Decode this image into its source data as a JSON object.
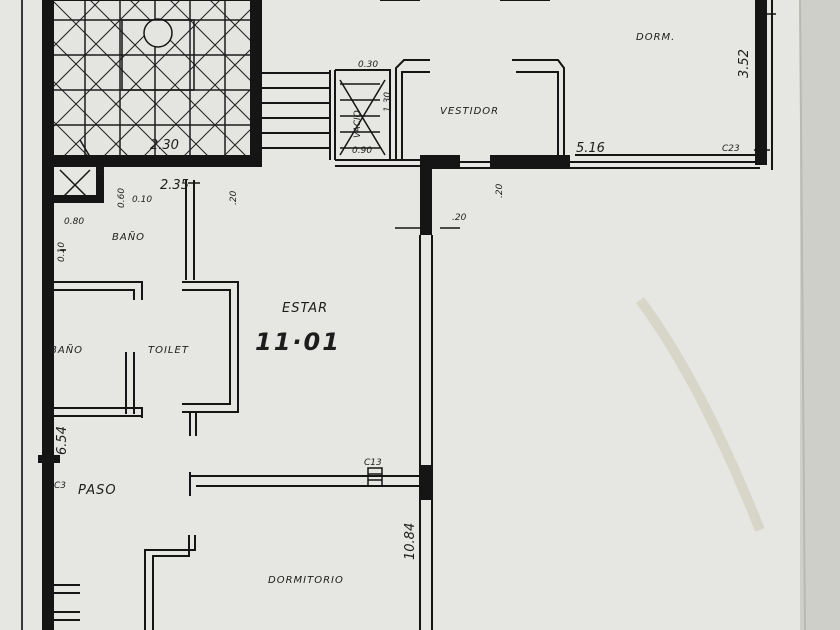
{
  "plan": {
    "rooms": {
      "dorm_top": "DORM.",
      "vestidor": "VESTIDOR",
      "bano_upper": "BAÑO",
      "bano_lower": "BAÑO",
      "toilet": "TOILET",
      "estar": "ESTAR",
      "paso": "PASO",
      "dormitorio": "DORMITORIO"
    },
    "areas": {
      "estar_area": "11·01"
    },
    "dimensions": {
      "d_230": "2.30",
      "d_235": "2.35",
      "d_352": "3.52",
      "d_516": "5.16",
      "d_654": "6.54",
      "d_1084": "10.84",
      "d_060": "0.60",
      "d_080": "0.80",
      "d_010": "0.10",
      "d_010b": "0.10",
      "d_020a": ".20",
      "d_020b": ".20",
      "d_020c": ".20",
      "d_030": "0.30",
      "d_030b": ".30",
      "d_090": "0.90",
      "d_130": "1.30",
      "d_c23": "C23",
      "d_c13": "C13",
      "d_c3": "C3"
    },
    "stair_labels": {
      "vacio": "VACIO"
    },
    "colors": {
      "paper": "#e7e8e4",
      "ink": "#151515",
      "page_edge": "#c9c9c3"
    }
  }
}
